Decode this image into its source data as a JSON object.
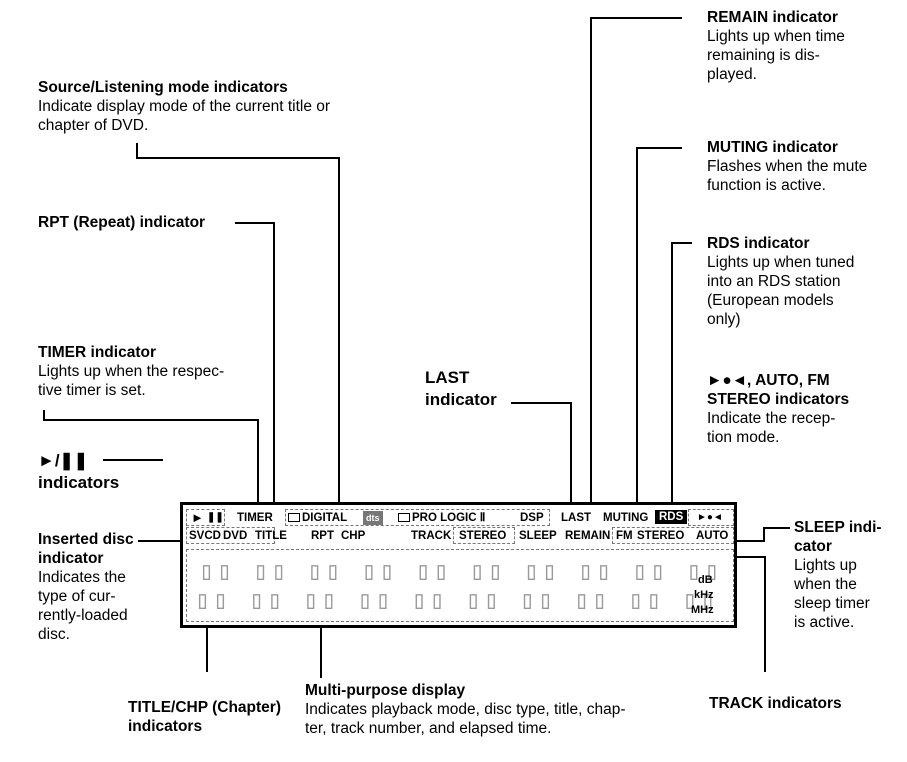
{
  "callouts": {
    "source": {
      "title": "Source/Listening mode indicators",
      "desc": [
        "Indicate display mode of the current title or",
        "chapter of DVD."
      ]
    },
    "rpt": {
      "title": "RPT (Repeat) indicator"
    },
    "timer": {
      "title": "TIMER indicator",
      "desc": [
        "Lights up when the respec-",
        "tive timer is set."
      ]
    },
    "play_pause": {
      "title_line1": "►/❚❚",
      "title_line2": "indicators"
    },
    "inserted_disc": {
      "title_line1": "Inserted disc",
      "title_line2": "indicator",
      "desc": [
        "Indicates the",
        "type of cur-",
        "rently-loaded",
        "disc."
      ]
    },
    "title_chp": {
      "title_line1": "TITLE/CHP (Chapter)",
      "title_line2": "indicators"
    },
    "multi_purpose": {
      "title": "Multi-purpose display",
      "desc": [
        "Indicates playback mode, disc type, title, chap-",
        "ter, track number, and elapsed time."
      ]
    },
    "last": {
      "title_line1": "LAST",
      "title_line2": "indicator"
    },
    "remain": {
      "title": "REMAIN indicator",
      "desc": [
        "Lights up when time",
        "remaining is dis-",
        "played."
      ]
    },
    "muting": {
      "title": "MUTING indicator",
      "desc": [
        "Flashes when the mute",
        "function is active."
      ]
    },
    "rds": {
      "title": "RDS indicator",
      "desc": [
        "Lights up when tuned",
        "into an RDS station",
        "(European models",
        "only)"
      ]
    },
    "auto_fm": {
      "title_line1": "►●◄, AUTO, FM",
      "title_line2": "STEREO indicators",
      "desc": [
        "Indicate the recep-",
        "tion mode."
      ]
    },
    "sleep": {
      "title_line1": "SLEEP indi-",
      "title_line2": "cator",
      "desc": [
        "Lights up",
        "when the",
        "sleep timer",
        "is active."
      ]
    },
    "track": {
      "title": "TRACK indicators"
    }
  },
  "display": {
    "row1": {
      "play": "►",
      "pause": "❚❚",
      "timer": "TIMER",
      "digital": "DIGITAL",
      "dts": "dts",
      "pro": "PRO",
      "logic": "LOGIC Ⅱ",
      "dsp": "DSP",
      "last": "LAST",
      "muting": "MUTING",
      "rds": "RDS",
      "tuning": "►●◄"
    },
    "row2": {
      "svcd": "SVCD",
      "dvd": "DVD",
      "title": "TITLE",
      "rpt": "RPT",
      "chp": "CHP",
      "track": "TRACK",
      "stereo": "STEREO",
      "sleep": "SLEEP",
      "remain": "REMAIN",
      "fm": "FM",
      "fm_stereo": "STEREO",
      "auto": "AUTO"
    },
    "segments": {
      "top": "▯▯ ▯▯ ▯▯ ▯▯ ▯▯ ▯▯ ▯▯ ▯▯ ▯▯ ▯▯",
      "bottom": "▯▯ ▯▯ ▯▯ ▯▯ ▯▯ ▯▯ ▯▯ ▯▯ ▯▯ ▯▯"
    },
    "units": {
      "db": "dB",
      "khz": "kHz",
      "mhz": "MHz"
    }
  }
}
